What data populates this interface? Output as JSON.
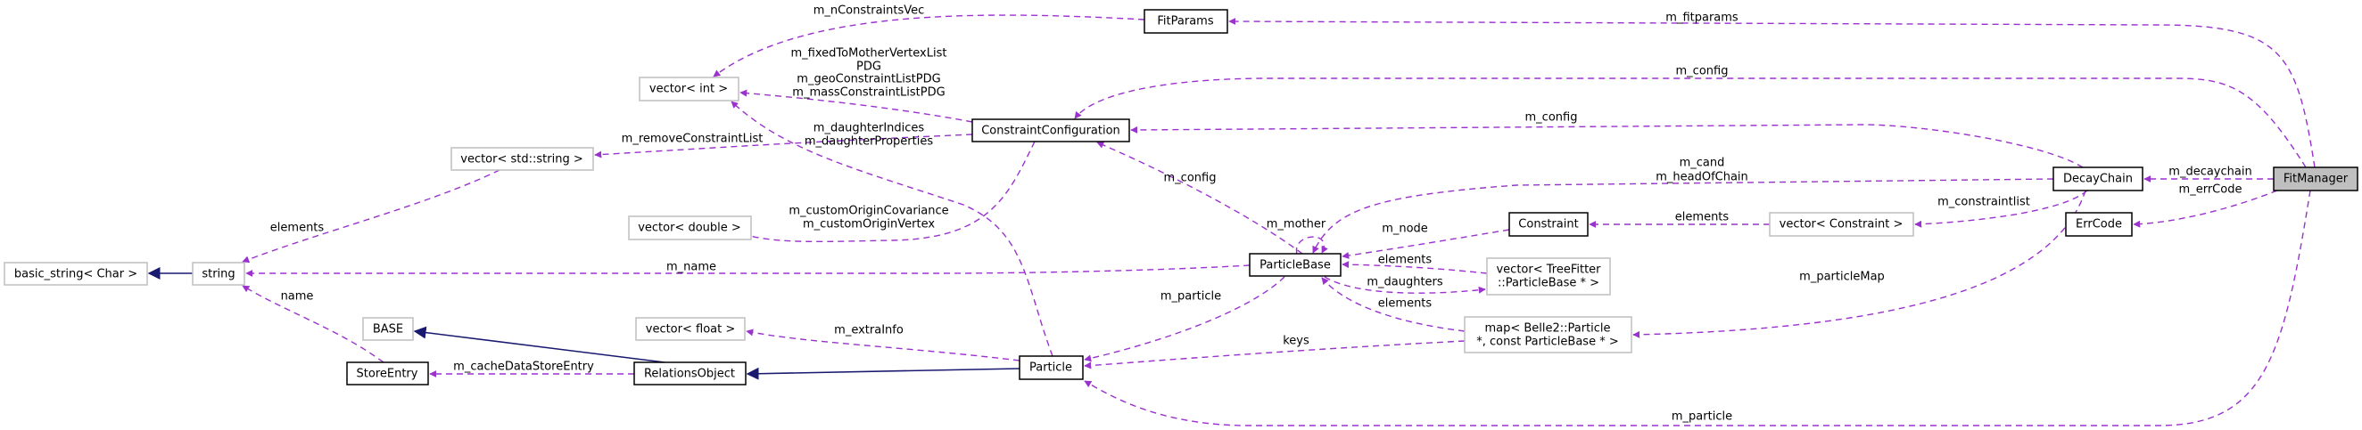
{
  "colors": {
    "usage_edge": "#9a32cd",
    "inheritance_edge": "#191970",
    "focus_fill": "#bfbfbf",
    "external_border": "#bfbfbf"
  },
  "nodes": {
    "fitmanager": "FitManager",
    "fitparams": "FitParams",
    "decaychain": "DecayChain",
    "errcode": "ErrCode",
    "constraintconfiguration": "ConstraintConfiguration",
    "vector_int": "vector< int >",
    "vector_string": "vector< std::string >",
    "vector_double": "vector< double >",
    "basic_string": "basic_string< Char >",
    "string": "string",
    "base": "BASE",
    "storeentry": "StoreEntry",
    "relationsobject": "RelationsObject",
    "vector_float": "vector< float >",
    "particle": "Particle",
    "particlebase": "ParticleBase",
    "constraint": "Constraint",
    "vector_constraint": "vector< Constraint >",
    "vector_particlebase": [
      "vector< TreeFitter",
      "::ParticleBase * >"
    ],
    "map_particle": [
      "map< Belle2::Particle",
      " *, const ParticleBase * >"
    ]
  },
  "edge_labels": {
    "m_fitparams": "m_fitparams",
    "m_config_fm": "m_config",
    "m_config_dc": "m_config",
    "m_config_pb": "m_config",
    "m_decaychain": "m_decaychain",
    "m_errcode": "m_errCode",
    "m_particle_fm": "m_particle",
    "m_particle_pb": "m_particle",
    "m_cand": [
      "m_cand",
      "m_headOfChain"
    ],
    "m_constraintlist": "m_constraintlist",
    "m_particlemap": "m_particleMap",
    "elements_constraint": "elements",
    "m_node": "m_node",
    "m_mother": "m_mother",
    "elements_vpb": "elements",
    "m_daughters": "m_daughters",
    "elements_map": "elements",
    "keys": "keys",
    "m_name": "m_name",
    "vector_int_members": [
      "m_fixedToMotherVertexList",
      "PDG",
      "m_geoConstraintListPDG",
      "m_massConstraintListPDG"
    ],
    "m_daughter": [
      "m_daughterIndices",
      "m_daughterProperties"
    ],
    "m_removeconstraintlist": "m_removeConstraintList",
    "m_customorigin": [
      "m_customOriginCovariance",
      "m_customOriginVertex"
    ],
    "m_nconstraintsvec": "m_nConstraintsVec",
    "m_extrainfo": "m_extraInfo",
    "m_cachedatastoreentry": "m_cacheDataStoreEntry",
    "name": "name",
    "elements_string": "elements"
  }
}
